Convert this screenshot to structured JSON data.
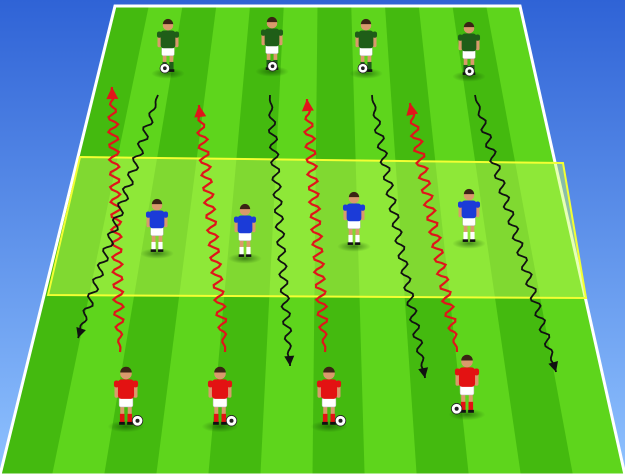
{
  "scene": {
    "sky_top": "#2f63d6",
    "sky_bottom": "#8fc2ff",
    "grass_light": "#5ed51c",
    "grass_dark": "#2fa406",
    "line": "#ffffff",
    "zone_fill": "#c9ff5c",
    "zone_line": "#f2ff33"
  },
  "teams": {
    "attackers": {
      "shirt": "#e31212",
      "shorts": "#ffffff",
      "socks": "#e31212",
      "count": 4
    },
    "defenders": {
      "shirt": "#1b3bd8",
      "shorts": "#ffffff",
      "socks": "#ffffff",
      "count": 4
    },
    "servers": {
      "shirt": "#1f5e18",
      "shorts": "#ffffff",
      "socks": "#1f5e18",
      "count": 4
    }
  },
  "runs": {
    "attacker_run_color": "#e0151a",
    "ball_path_color": "#111111",
    "count": 4
  },
  "icons": [
    "soccer-ball-icon",
    "player-icon",
    "arrowhead-icon"
  ]
}
